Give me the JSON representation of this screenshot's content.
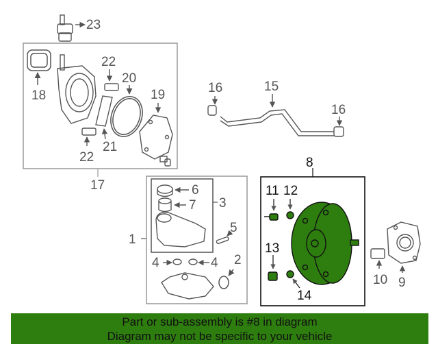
{
  "labels": {
    "c1": "1",
    "c2": "2",
    "c3": "3",
    "c4a": "4",
    "c4b": "4",
    "c5": "5",
    "c6": "6",
    "c7": "7",
    "c8": "8",
    "c9": "9",
    "c10": "10",
    "c11": "11",
    "c12": "12",
    "c13": "13",
    "c14": "14",
    "c15": "15",
    "c16a": "16",
    "c16b": "16",
    "c17": "17",
    "c18": "18",
    "c19": "19",
    "c20": "20",
    "c21": "21",
    "c22a": "22",
    "c22b": "22",
    "c23": "23"
  },
  "colors": {
    "highlight": "#2e7d0f",
    "line": "#555555",
    "box": "#999999"
  },
  "banner": {
    "line1": "Part or sub-assembly is #8 in diagram",
    "line2": "Diagram may not be specific to your vehicle"
  }
}
